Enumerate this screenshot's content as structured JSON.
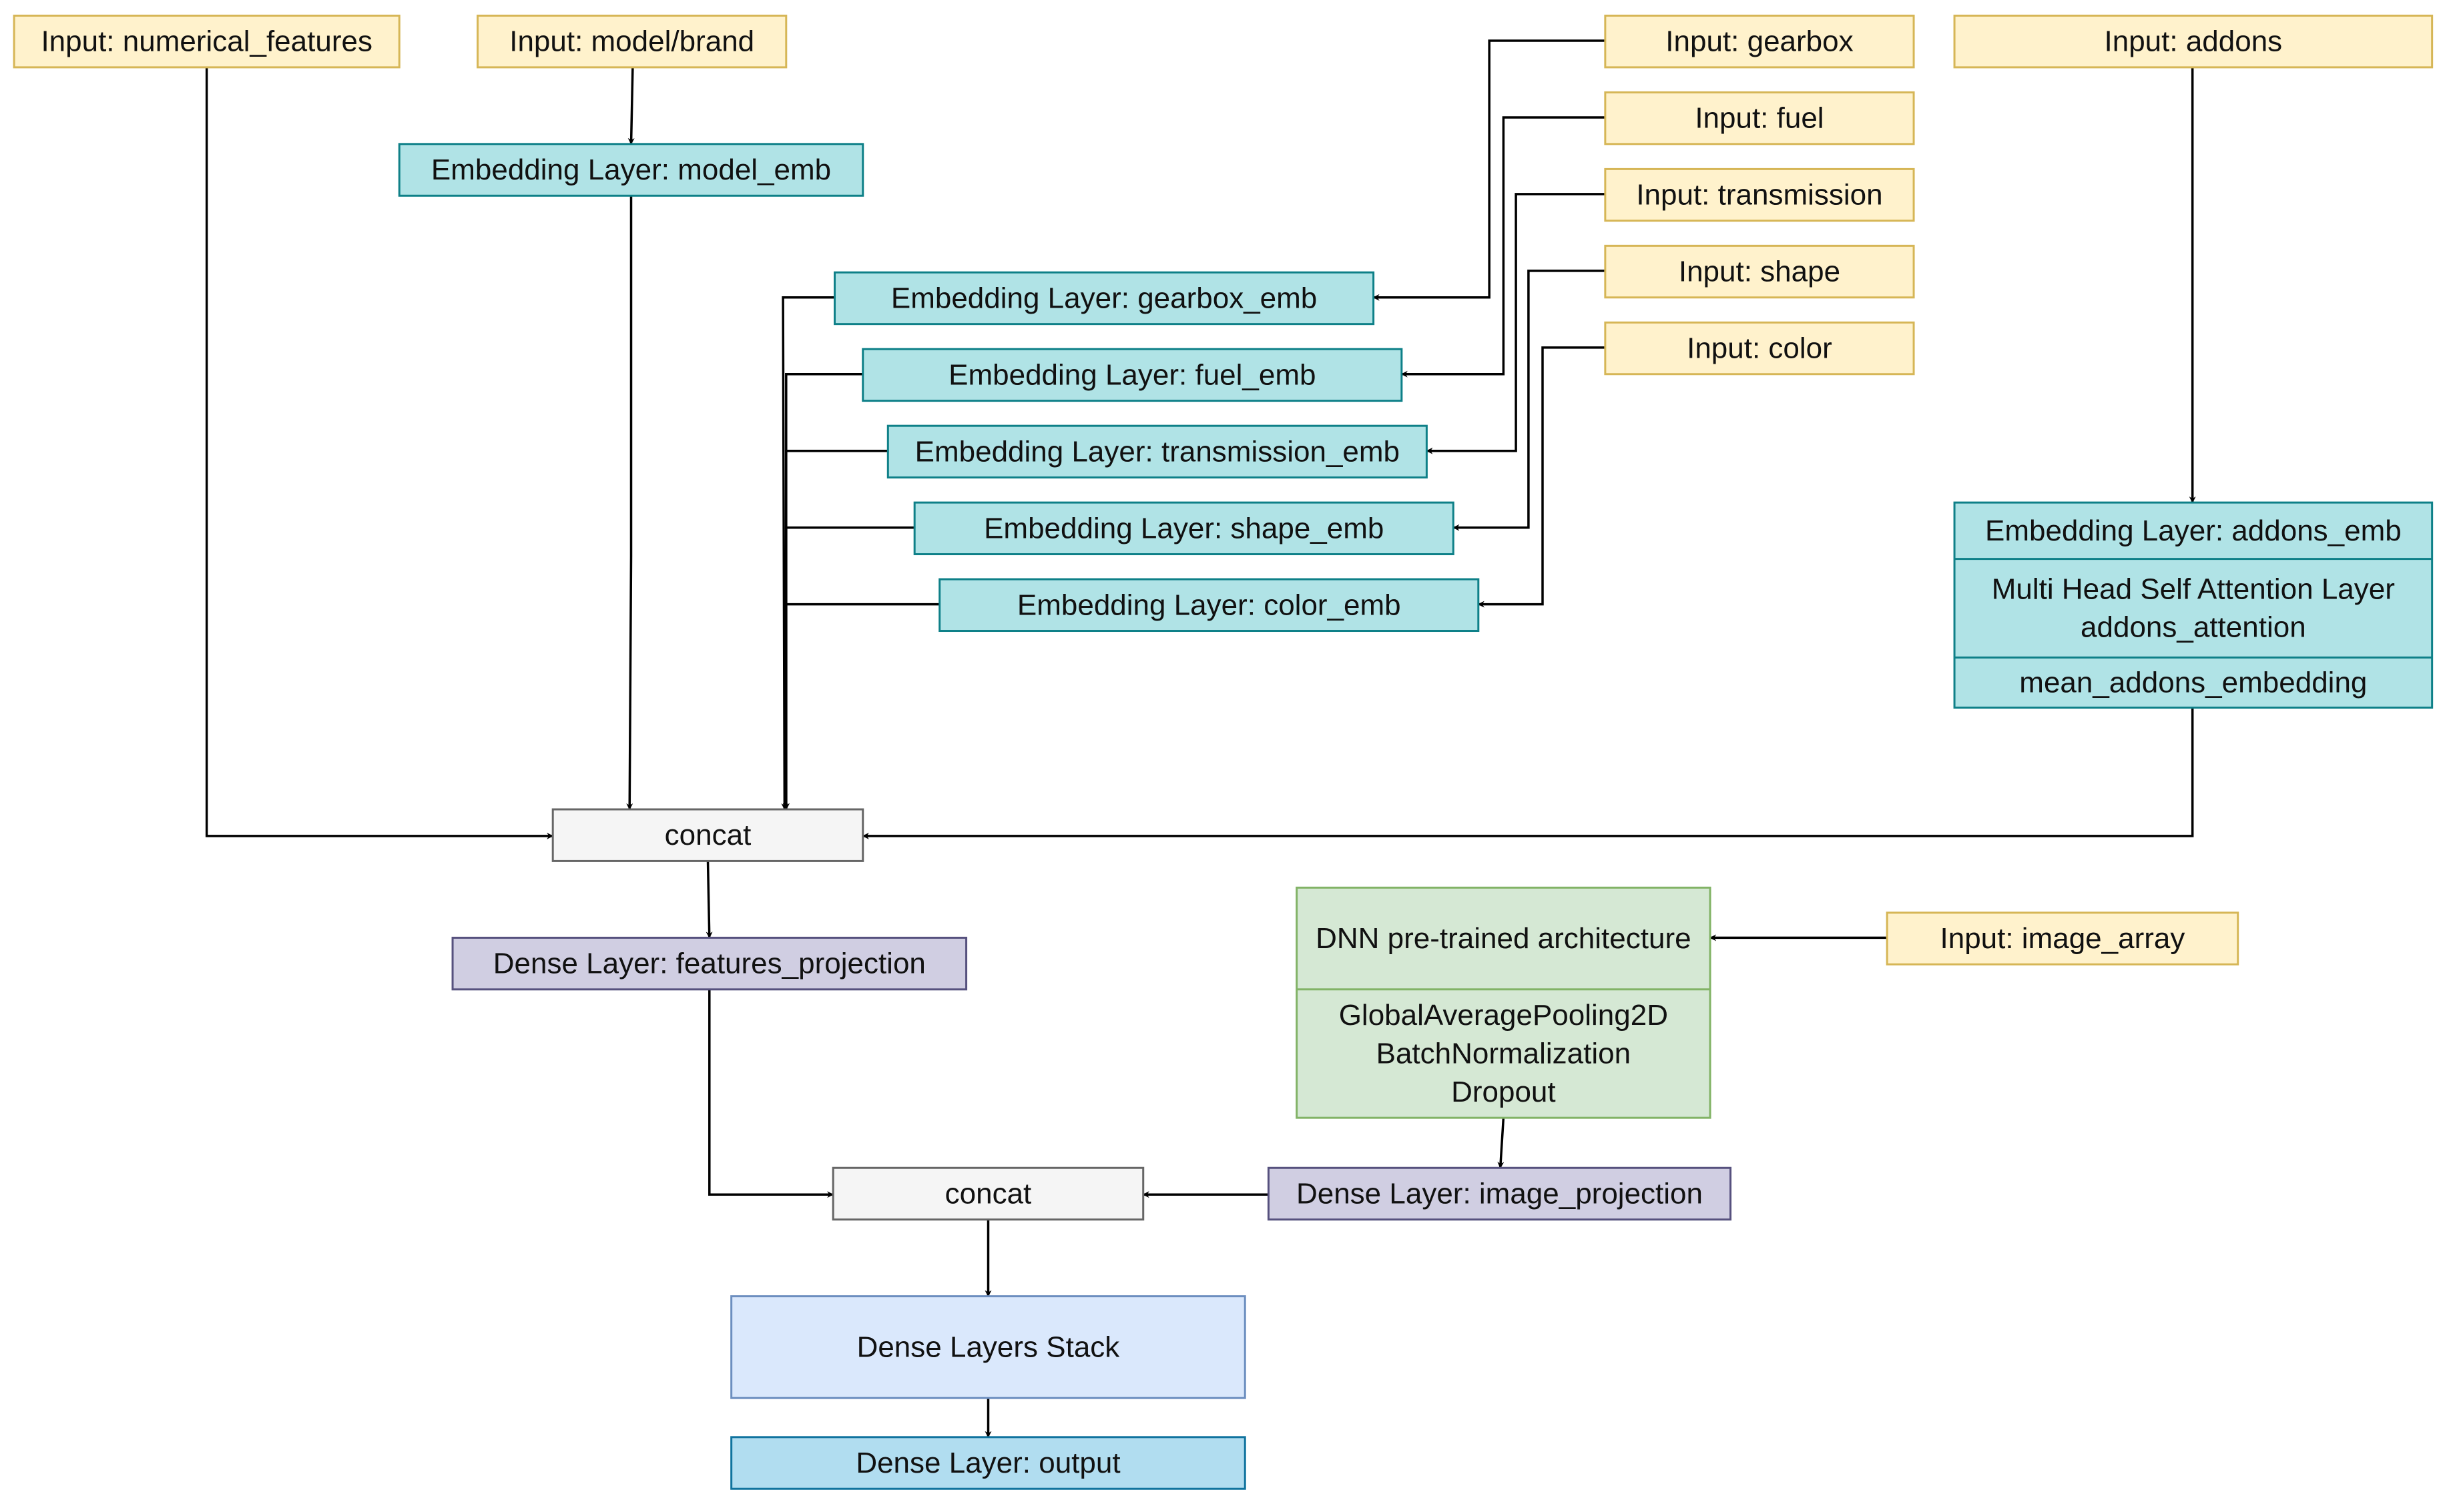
{
  "nodes": {
    "input_numerical_features": {
      "label": "Input: numerical_features",
      "kind": "input"
    },
    "input_model_brand": {
      "label": "Input: model/brand",
      "kind": "input"
    },
    "input_gearbox": {
      "label": "Input: gearbox",
      "kind": "input"
    },
    "input_fuel": {
      "label": "Input: fuel",
      "kind": "input"
    },
    "input_transmission": {
      "label": "Input: transmission",
      "kind": "input"
    },
    "input_shape": {
      "label": "Input: shape",
      "kind": "input"
    },
    "input_color": {
      "label": "Input: color",
      "kind": "input"
    },
    "input_addons": {
      "label": "Input: addons",
      "kind": "input"
    },
    "input_image_array": {
      "label": "Input: image_array",
      "kind": "input"
    },
    "emb_model": {
      "label": "Embedding Layer: model_emb",
      "kind": "embedding"
    },
    "emb_gearbox": {
      "label": "Embedding Layer: gearbox_emb",
      "kind": "embedding"
    },
    "emb_fuel": {
      "label": "Embedding Layer: fuel_emb",
      "kind": "embedding"
    },
    "emb_transmission": {
      "label": "Embedding Layer: transmission_emb",
      "kind": "embedding"
    },
    "emb_shape": {
      "label": "Embedding Layer: shape_emb",
      "kind": "embedding"
    },
    "emb_color": {
      "label": "Embedding Layer: color_emb",
      "kind": "embedding"
    },
    "addons_block": {
      "kind": "embedding",
      "sections": [
        [
          "Embedding Layer: addons_emb"
        ],
        [
          "Multi Head Self Attention Layer",
          "addons_attention"
        ],
        [
          "mean_addons_embedding"
        ]
      ]
    },
    "concat_1": {
      "label": "concat",
      "kind": "concat"
    },
    "dense_features_projection": {
      "label": "Dense Layer: features_projection",
      "kind": "dense"
    },
    "dnn_block": {
      "kind": "pretrained",
      "sections": [
        [
          "DNN pre-trained architecture"
        ],
        [
          "GlobalAveragePooling2D",
          "BatchNormalization",
          "Dropout"
        ]
      ]
    },
    "dense_image_projection": {
      "label": "Dense Layer: image_projection",
      "kind": "dense"
    },
    "concat_2": {
      "label": "concat",
      "kind": "concat"
    },
    "dense_layers_stack": {
      "label": "Dense Layers Stack",
      "kind": "stack"
    },
    "dense_output": {
      "label": "Dense Layer: output",
      "kind": "output"
    }
  },
  "edges": [
    {
      "from": "input_model_brand",
      "to": "emb_model"
    },
    {
      "from": "input_gearbox",
      "to": "emb_gearbox"
    },
    {
      "from": "input_fuel",
      "to": "emb_fuel"
    },
    {
      "from": "input_transmission",
      "to": "emb_transmission"
    },
    {
      "from": "input_shape",
      "to": "emb_shape"
    },
    {
      "from": "input_color",
      "to": "emb_color"
    },
    {
      "from": "input_addons",
      "to": "addons_block"
    },
    {
      "from": "input_numerical_features",
      "to": "concat_1"
    },
    {
      "from": "emb_model",
      "to": "concat_1"
    },
    {
      "from": "emb_gearbox",
      "to": "concat_1"
    },
    {
      "from": "emb_fuel",
      "to": "concat_1"
    },
    {
      "from": "emb_transmission",
      "to": "concat_1"
    },
    {
      "from": "emb_shape",
      "to": "concat_1"
    },
    {
      "from": "emb_color",
      "to": "concat_1"
    },
    {
      "from": "addons_block",
      "to": "concat_1"
    },
    {
      "from": "concat_1",
      "to": "dense_features_projection"
    },
    {
      "from": "input_image_array",
      "to": "dnn_block"
    },
    {
      "from": "dnn_block",
      "to": "dense_image_projection"
    },
    {
      "from": "dense_features_projection",
      "to": "concat_2"
    },
    {
      "from": "dense_image_projection",
      "to": "concat_2"
    },
    {
      "from": "concat_2",
      "to": "dense_layers_stack"
    },
    {
      "from": "dense_layers_stack",
      "to": "dense_output"
    }
  ],
  "palette": {
    "input": {
      "fill": "#fff2cc",
      "stroke": "#d6b656"
    },
    "embedding": {
      "fill": "#b0e3e6",
      "stroke": "#0e8088"
    },
    "concat": {
      "fill": "#f5f5f5",
      "stroke": "#666666"
    },
    "dense": {
      "fill": "#d0cee2",
      "stroke": "#56517e"
    },
    "pretrained": {
      "fill": "#d5e8d4",
      "stroke": "#82b366"
    },
    "stack": {
      "fill": "#dae8fc",
      "stroke": "#6c8ebf"
    },
    "output": {
      "fill": "#b1ddf0",
      "stroke": "#10739e"
    }
  }
}
